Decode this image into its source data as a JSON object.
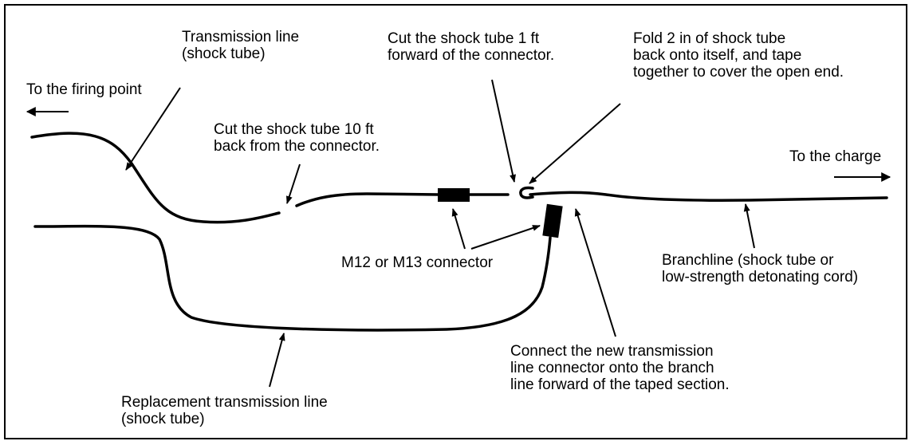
{
  "labels": {
    "firing_point": "To the firing point",
    "transmission_line": [
      "Transmission line",
      "(shock tube)"
    ],
    "cut_10ft": [
      "Cut the shock tube 10 ft",
      "back from the connector."
    ],
    "cut_1ft": [
      "Cut the shock tube 1 ft",
      "forward of the connector."
    ],
    "fold": [
      "Fold 2 in of shock tube",
      "back onto itself, and tape",
      "together to cover the open end."
    ],
    "to_charge": "To the charge",
    "connector": "M12 or M13 connector",
    "branchline": [
      "Branchline (shock tube or",
      "low-strength detonating cord)"
    ],
    "connect_new": [
      "Connect the new transmission",
      "line connector onto the branch",
      "line forward of the taped section."
    ],
    "replacement": [
      "Replacement transmission line",
      "(shock tube)"
    ]
  },
  "colors": {
    "line": "#000000",
    "background": "#ffffff"
  }
}
